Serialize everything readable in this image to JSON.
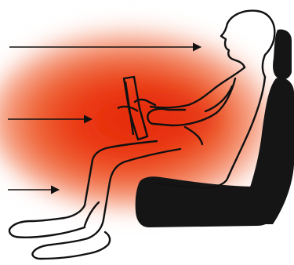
{
  "figure": {
    "description_free": true,
    "heat_colors": {
      "core": "#e8300e",
      "mid": "#f06a3c",
      "outer": "#f8b49c",
      "fade": "#ffffff"
    },
    "line_color": "#111111",
    "seat_color": "#151515",
    "arrows": [
      {
        "name": "arrow-top"
      },
      {
        "name": "arrow-middle"
      },
      {
        "name": "arrow-bottom"
      }
    ]
  }
}
